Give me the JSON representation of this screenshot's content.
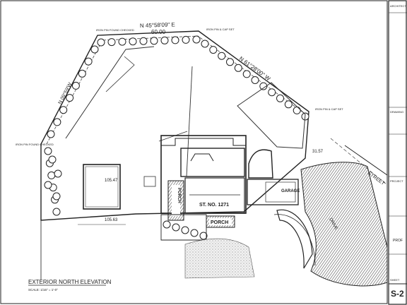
{
  "drawing": {
    "bearing_top": "N 45°58'09\" E",
    "distance_top": "60.00",
    "bearing_right": "N 61°28'00\" W",
    "bearing_left": "N 09°59'W",
    "dist_left_bottom": "105.63",
    "dist_shed": "105.47",
    "dist_right": "31.57",
    "lot_label": "ST. NO. 1271",
    "porch_label": "PORCH",
    "porch_label_side": "PORCH",
    "garage_label": "GARAGE",
    "drive_label": "DRIVE",
    "street_label": "STREET",
    "iron_pin_nw": "IRON PIN FOUND CHECKED",
    "iron_pin_ne": "IRON PIN & CAP SET",
    "iron_pin_e": "IRON PIN & CAP SET",
    "iron_pin_w": "IRON PIN FOUND CHECKED",
    "title_main": "EXTERIOR NORTH ELEVATION",
    "title_scale": "SCALE: 1/16\" = 1'-0\""
  },
  "title_block": {
    "sheet_number": "S-2",
    "label_top": "ARCHITECT",
    "label_drawing": "DRAWING",
    "label_project": "PROJECT",
    "label_prof": "PROF",
    "label_sheet": "SHEET"
  },
  "colors": {
    "ink": "#1e1e1e",
    "paper": "#ffffff",
    "hatch": "#6b6b6b"
  }
}
